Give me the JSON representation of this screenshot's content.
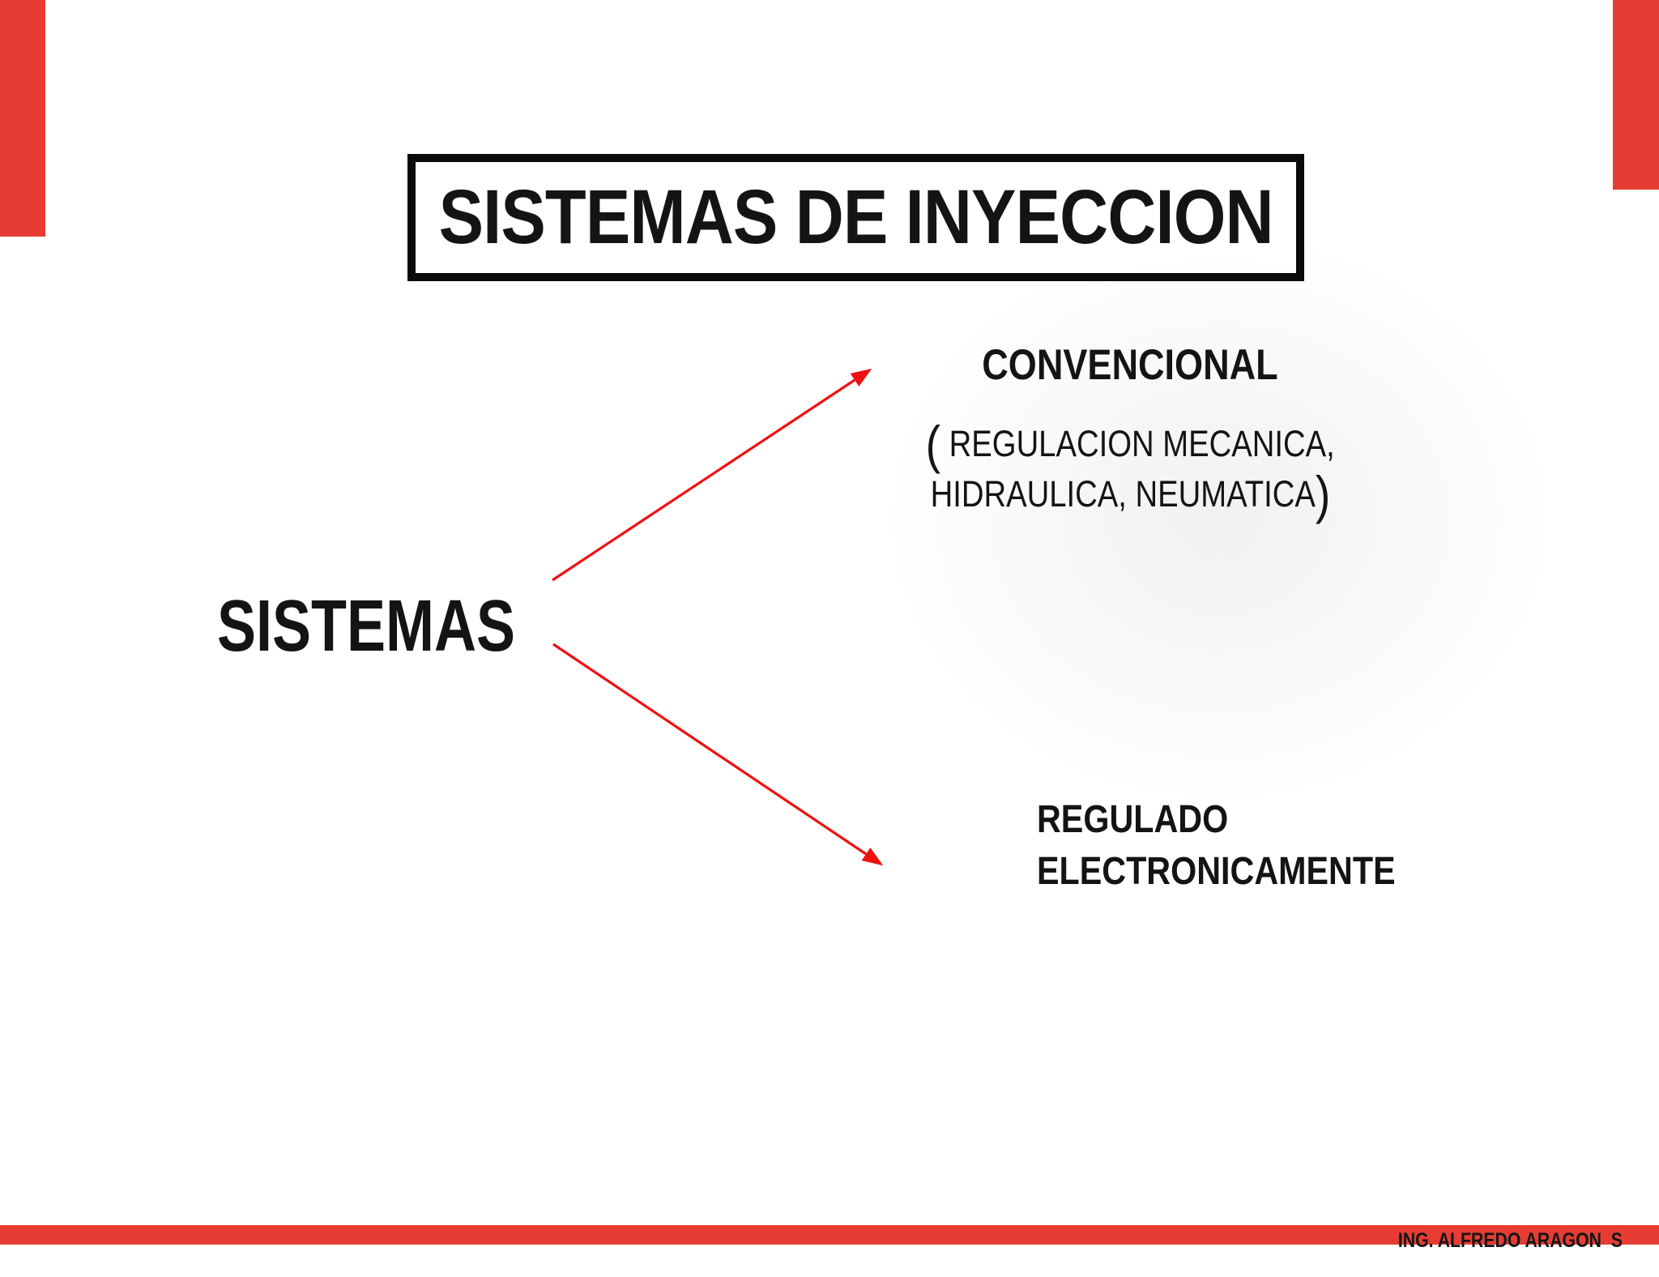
{
  "title": {
    "text": "SISTEMAS DE INYECCION"
  },
  "root": {
    "label": "SISTEMAS"
  },
  "conventional": {
    "heading": "CONVENCIONAL",
    "paren_open": "(",
    "line1_text": " REGULACION MECANICA,",
    "line2_text": "HIDRAULICA, NEUMATICA",
    "paren_close": ")"
  },
  "electronic": {
    "line1": "REGULADO",
    "line2": "ELECTRONICAMENTE"
  },
  "footer": {
    "author": "ING. ALFREDO ARAGON  S"
  },
  "colors": {
    "arrow_red": "#f01010",
    "strip_red": "#e63c33",
    "ink": "#141414",
    "border_black": "#0b0b0b"
  }
}
